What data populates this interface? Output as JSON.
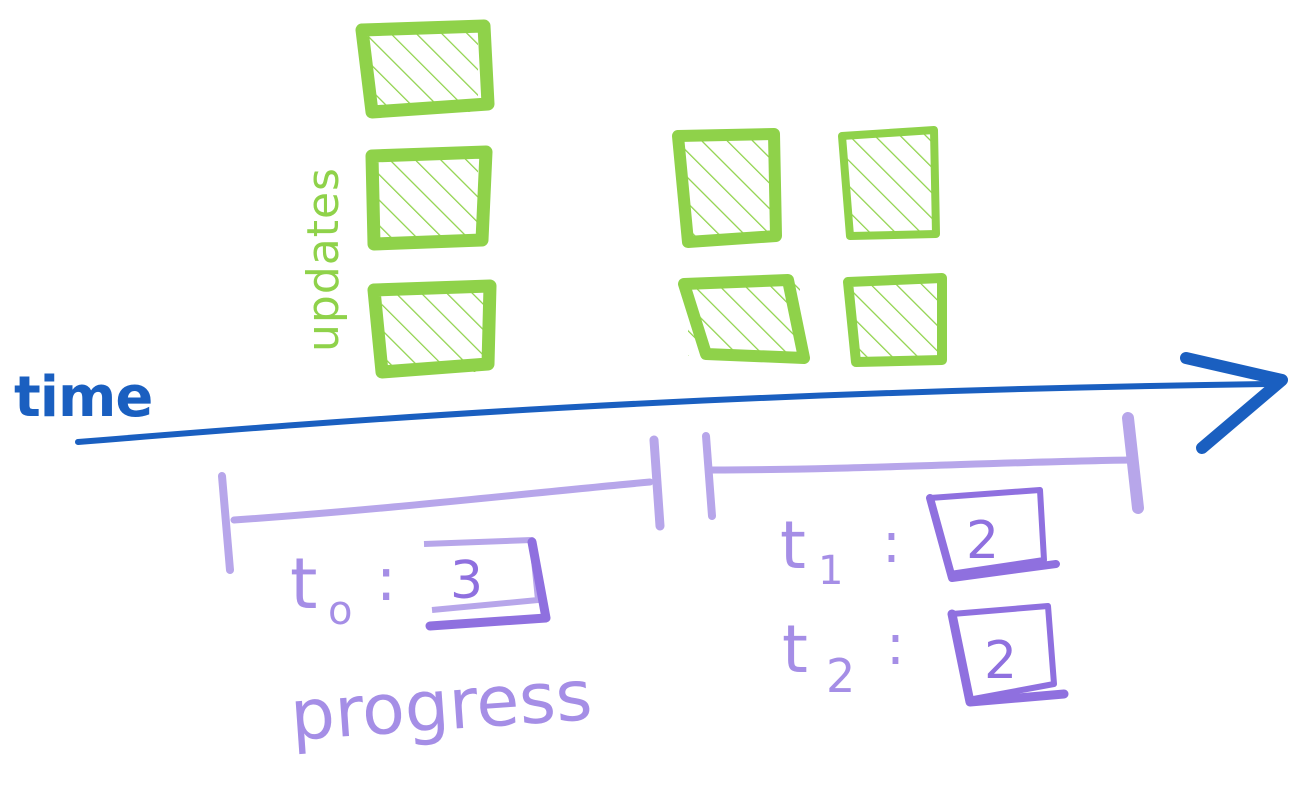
{
  "colors": {
    "update": "#8fd24a",
    "time": "#1a5fc0",
    "progress_light": "#b7a6ea",
    "progress_dark": "#8f70df"
  },
  "labels": {
    "updates": "updates",
    "time": "time",
    "progress": "progress"
  },
  "update_groups": [
    {
      "interval": "t0",
      "columns": [
        3
      ]
    },
    {
      "interval": "t1/t2",
      "columns": [
        2,
        2
      ]
    }
  ],
  "progress": [
    {
      "label_base": "t",
      "label_sub": "o",
      "separator": ":",
      "value": "3"
    },
    {
      "label_base": "t",
      "label_sub": "1",
      "separator": ":",
      "value": "2"
    },
    {
      "label_base": "t",
      "label_sub": "2",
      "separator": ":",
      "value": "2"
    }
  ]
}
